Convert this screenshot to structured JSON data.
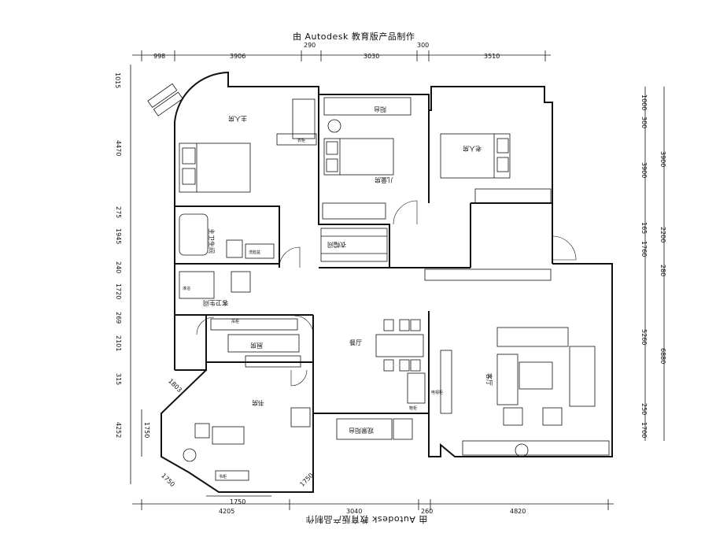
{
  "watermark": "由 Autodesk 教育版产品制作",
  "top_dimensions": [
    "998",
    "3906",
    "290",
    "3030",
    "300",
    "3510"
  ],
  "bottom_dimensions": [
    "4205",
    "1750",
    "3040",
    "260",
    "4820"
  ],
  "left_dimensions": [
    "1015",
    "4470",
    "275",
    "1945",
    "240",
    "1720",
    "269",
    "2101",
    "315",
    "4252",
    "1750",
    "1803",
    "1750"
  ],
  "right_dimensions_inner": [
    "1000",
    "300",
    "3900",
    "165",
    "1760",
    "5260",
    "250",
    "1700"
  ],
  "right_dimensions_outer": [
    "3900",
    "2200",
    "280",
    "6880"
  ],
  "diagonal_dimensions": [
    "1803",
    "1750",
    "1750"
  ],
  "rooms": {
    "master_bedroom": "主人房",
    "balcony": "阳台",
    "kids_room": "儿童房",
    "elderly_room": "老人房",
    "master_bathroom": "主卫生间",
    "walk_in_closet": "衣帽间",
    "guest_bathroom": "客卫生间",
    "kitchen": "厨房",
    "dining_room": "餐厅",
    "living_room": "客厅",
    "study": "书房",
    "viewing_balcony": "观景阳台"
  },
  "annotations": {
    "wardrobe": "衣柜",
    "shoe_cabinet": "鞋柜",
    "tv_cabinet": "电视柜",
    "bookcase": "书柜",
    "shower": "淋浴",
    "basin": "洗脸盆",
    "wall_cabinet": "吊柜"
  }
}
